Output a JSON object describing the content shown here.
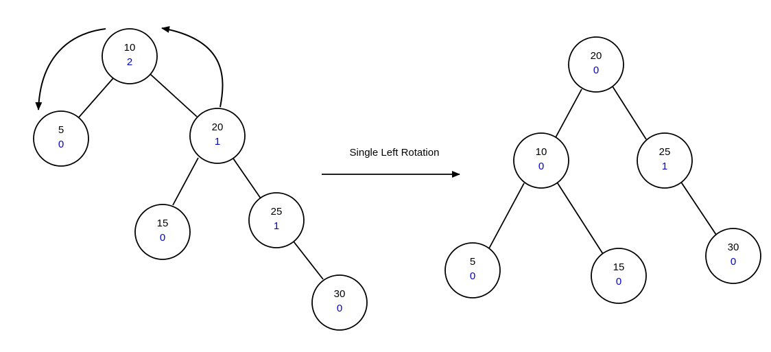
{
  "caption": "Single Left Rotation",
  "colors": {
    "key": "#000000",
    "balance": "#0000cc",
    "line": "#000000"
  },
  "before": {
    "nodes": [
      {
        "id": "b10",
        "key": "10",
        "balance": "2"
      },
      {
        "id": "b5",
        "key": "5",
        "balance": "0"
      },
      {
        "id": "b20",
        "key": "20",
        "balance": "1"
      },
      {
        "id": "b15",
        "key": "15",
        "balance": "0"
      },
      {
        "id": "b25",
        "key": "25",
        "balance": "1"
      },
      {
        "id": "b30",
        "key": "30",
        "balance": "0"
      }
    ]
  },
  "after": {
    "nodes": [
      {
        "id": "a20",
        "key": "20",
        "balance": "0"
      },
      {
        "id": "a10",
        "key": "10",
        "balance": "0"
      },
      {
        "id": "a25",
        "key": "25",
        "balance": "1"
      },
      {
        "id": "a5",
        "key": "5",
        "balance": "0"
      },
      {
        "id": "a15",
        "key": "15",
        "balance": "0"
      },
      {
        "id": "a30",
        "key": "30",
        "balance": "0"
      }
    ]
  }
}
